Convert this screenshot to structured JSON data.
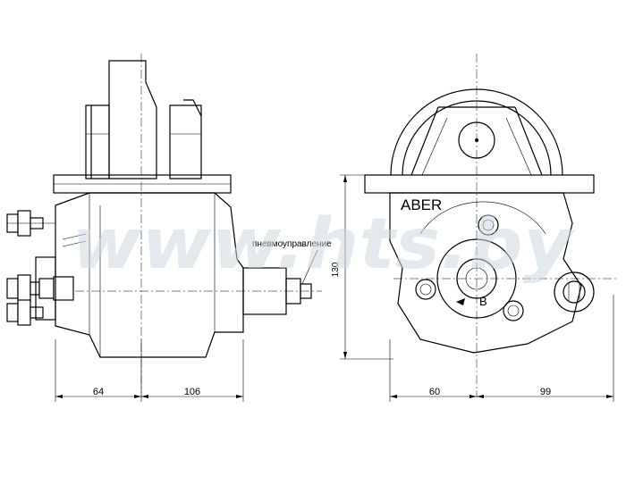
{
  "diagram": {
    "brand_label": "ABER",
    "pneumatic_label": "пневмоуправление",
    "port_label": "B",
    "watermark": "www.hts.by",
    "dimensions": {
      "left_width": "64",
      "body_width": "106",
      "vertical_height": "130",
      "right_left_width": "60",
      "right_right_width": "99"
    }
  }
}
